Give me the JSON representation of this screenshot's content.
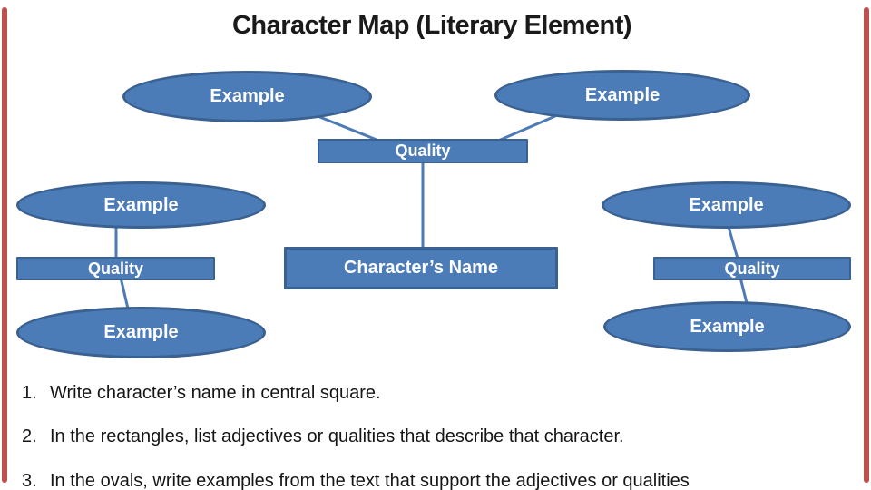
{
  "slide": {
    "title": "Character Map (Literary Element)"
  },
  "colors": {
    "background": "#FFFFFF",
    "accent_bar": "#C0504D",
    "shape_fill": "#4C7CB8",
    "shape_border": "#3A6190",
    "connector": "#4D7BB5",
    "shape_text": "#FFFFFF",
    "title_text": "#1A1A1A",
    "body_text": "#151515"
  },
  "diagram": {
    "nodes": {
      "oval_top_left": {
        "shape": "oval",
        "label": "Example"
      },
      "oval_top_right": {
        "shape": "oval",
        "label": "Example"
      },
      "quality_top": {
        "shape": "rect",
        "label": "Quality"
      },
      "oval_mid_left": {
        "shape": "oval",
        "label": "Example"
      },
      "quality_left": {
        "shape": "rect",
        "label": "Quality"
      },
      "name_center": {
        "shape": "rect",
        "label": "Character’s Name"
      },
      "oval_mid_right": {
        "shape": "oval",
        "label": "Example"
      },
      "quality_right": {
        "shape": "rect",
        "label": "Quality"
      },
      "oval_bot_left": {
        "shape": "oval",
        "label": "Example"
      },
      "oval_bot_right": {
        "shape": "oval",
        "label": "Example"
      }
    }
  },
  "instructions": [
    {
      "num": "1.",
      "text": "Write character’s name in central square."
    },
    {
      "num": "2.",
      "text": "In the rectangles, list adjectives or qualities that describe that character."
    },
    {
      "num": "3.",
      "text": "In the ovals, write examples from the text that support the adjectives or qualities"
    }
  ]
}
